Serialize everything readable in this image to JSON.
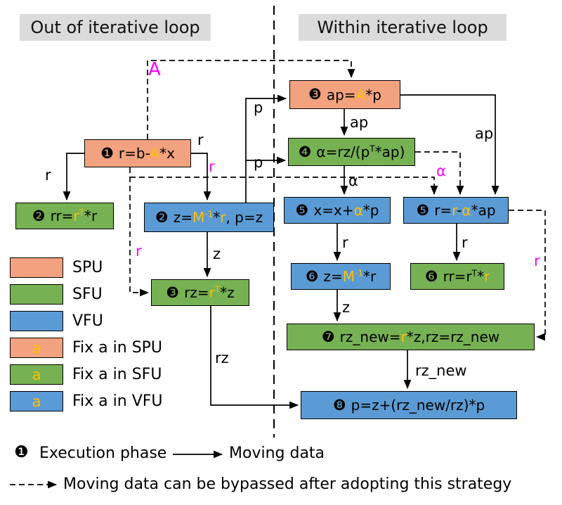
{
  "headers": {
    "left": "Out of iterative loop",
    "right": "Within iterative loop"
  },
  "colors": {
    "spu": "#F2A27E",
    "sfu": "#76B153",
    "vfu": "#5B9BD5",
    "fix": "#FFC000",
    "bypass": "#FF00FF"
  },
  "nodes": {
    "n1": {
      "num": "❶",
      "unit": "spu",
      "segments": [
        {
          "t": "r=b-"
        },
        {
          "t": "A",
          "c": "hl"
        },
        {
          "t": "*x"
        }
      ]
    },
    "n2rr": {
      "num": "❷",
      "unit": "sfu",
      "segments": [
        {
          "t": "rr="
        },
        {
          "t": "r",
          "c": "hl"
        },
        {
          "t": "T",
          "c": "hl",
          "sup": true
        },
        {
          "t": "*r"
        }
      ]
    },
    "n2z": {
      "num": "❷",
      "unit": "vfu",
      "segments": [
        {
          "t": "z="
        },
        {
          "t": "M",
          "c": "hl"
        },
        {
          "t": "-1",
          "c": "hl",
          "sup": true
        },
        {
          "t": "*"
        },
        {
          "t": "r",
          "c": "hl"
        },
        {
          "t": ", p=z"
        }
      ]
    },
    "n3rz": {
      "num": "❸",
      "unit": "sfu",
      "segments": [
        {
          "t": "rz="
        },
        {
          "t": "r",
          "c": "hl"
        },
        {
          "t": "T",
          "c": "hl",
          "sup": true
        },
        {
          "t": "*z"
        }
      ]
    },
    "n3ap": {
      "num": "❸",
      "unit": "spu",
      "segments": [
        {
          "t": "ap="
        },
        {
          "t": "A",
          "c": "hl"
        },
        {
          "t": "*p"
        }
      ]
    },
    "n4alpha": {
      "num": "❹",
      "unit": "sfu",
      "segments": [
        {
          "t": "α=rz/(p"
        },
        {
          "t": "T",
          "sup": true
        },
        {
          "t": "*ap)"
        }
      ]
    },
    "n5x": {
      "num": "❺",
      "unit": "vfu",
      "segments": [
        {
          "t": "x=x+"
        },
        {
          "t": "α",
          "c": "hl"
        },
        {
          "t": "*p"
        }
      ]
    },
    "n5r": {
      "num": "❺",
      "unit": "vfu",
      "segments": [
        {
          "t": "r="
        },
        {
          "t": "r",
          "c": "hl"
        },
        {
          "t": "-"
        },
        {
          "t": "α",
          "c": "hl"
        },
        {
          "t": "*ap"
        }
      ]
    },
    "n6z": {
      "num": "❻",
      "unit": "vfu",
      "segments": [
        {
          "t": "z="
        },
        {
          "t": "M",
          "c": "hl"
        },
        {
          "t": "-1",
          "c": "hl",
          "sup": true
        },
        {
          "t": "*r"
        }
      ]
    },
    "n6rr": {
      "num": "❻",
      "unit": "sfu",
      "segments": [
        {
          "t": "rr=r"
        },
        {
          "t": "T",
          "sup": true
        },
        {
          "t": "*"
        },
        {
          "t": "r",
          "c": "hl"
        }
      ]
    },
    "n7": {
      "num": "❼",
      "unit": "sfu",
      "segments": [
        {
          "t": "rz_new="
        },
        {
          "t": "r",
          "c": "hl"
        },
        {
          "t": "*z,rz=rz_new"
        }
      ]
    },
    "n8": {
      "num": "❽",
      "unit": "vfu",
      "segments": [
        {
          "t": "p=z+(rz_new/rz)*p"
        }
      ]
    }
  },
  "edge_labels": [
    {
      "text": "A",
      "color": "magenta"
    },
    {
      "text": "r",
      "color": "black"
    },
    {
      "text": "r",
      "color": "black"
    },
    {
      "text": "r",
      "color": "magenta"
    },
    {
      "text": "p",
      "color": "black"
    },
    {
      "text": "p",
      "color": "black"
    },
    {
      "text": "r",
      "color": "magenta"
    },
    {
      "text": "z",
      "color": "black"
    },
    {
      "text": "rz",
      "color": "black"
    },
    {
      "text": "ap",
      "color": "black"
    },
    {
      "text": "ap",
      "color": "black"
    },
    {
      "text": "α",
      "color": "black"
    },
    {
      "text": "α",
      "color": "magenta"
    },
    {
      "text": "r",
      "color": "black"
    },
    {
      "text": "r",
      "color": "black"
    },
    {
      "text": "z",
      "color": "black"
    },
    {
      "text": "rz_new",
      "color": "black"
    },
    {
      "text": "r",
      "color": "magenta"
    }
  ],
  "legend": {
    "swatches": [
      {
        "label": "SPU",
        "unit": "spu",
        "letter": ""
      },
      {
        "label": "SFU",
        "unit": "sfu",
        "letter": ""
      },
      {
        "label": "VFU",
        "unit": "vfu",
        "letter": ""
      },
      {
        "label": "Fix a in SPU",
        "unit": "spu",
        "letter": "a"
      },
      {
        "label": "Fix a in SFU",
        "unit": "sfu",
        "letter": "a"
      },
      {
        "label": "Fix a in VFU",
        "unit": "vfu",
        "letter": "a"
      }
    ],
    "phase_num": "❶",
    "phase_label": "Execution phase",
    "moving_label": "Moving data",
    "bypass_label": "Moving data can be bypassed after adopting this strategy"
  }
}
